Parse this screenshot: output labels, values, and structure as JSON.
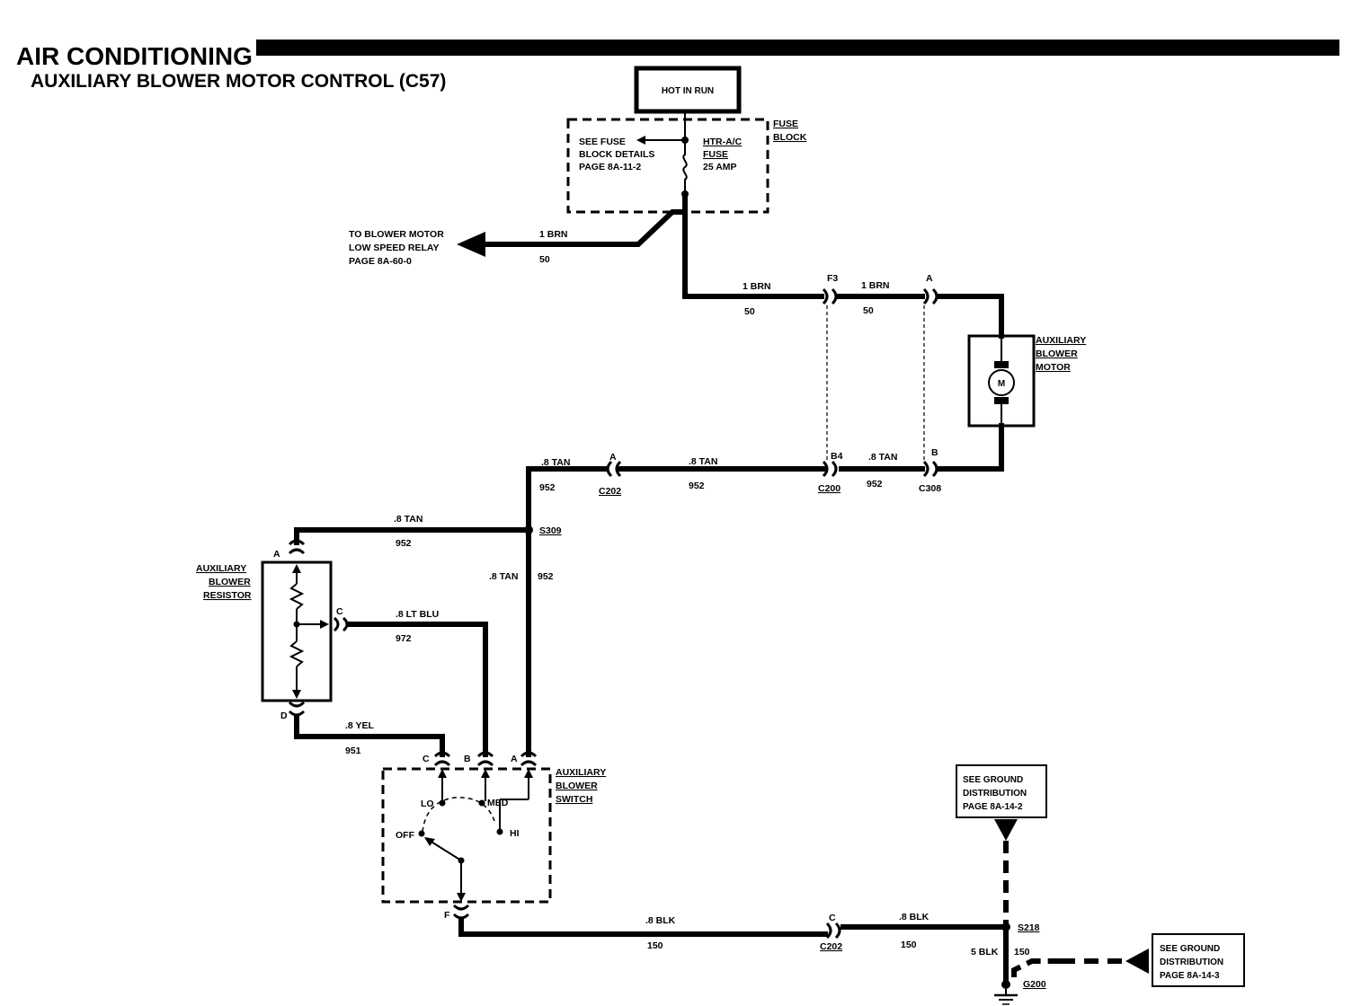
{
  "title": {
    "main": "AIR CONDITIONING",
    "sub": "AUXILIARY BLOWER MOTOR CONTROL (C57)"
  },
  "power": {
    "hot_in_run": "HOT IN RUN",
    "fuse_block_label": [
      "FUSE",
      "BLOCK"
    ],
    "fuse_details": [
      "SEE FUSE",
      "BLOCK DETAILS",
      "PAGE 8A-11-2"
    ],
    "fuse_name": [
      "HTR-A/C",
      "FUSE",
      "25 AMP"
    ],
    "relay_ref": [
      "TO BLOWER MOTOR",
      "LOW SPEED RELAY",
      "PAGE 8A-60-0"
    ]
  },
  "wires": {
    "brn_gauge": "1 BRN",
    "brn_circuit": "50",
    "tan_gauge": ".8 TAN",
    "tan_circuit": "952",
    "ltblu_gauge": ".8 LT BLU",
    "ltblu_circuit": "972",
    "yel_gauge": ".8 YEL",
    "yel_circuit": "951",
    "blk_gauge": ".8 BLK",
    "blk_circuit": "150",
    "ground_gauge": "5 BLK",
    "ground_circuit": "150"
  },
  "connectors": {
    "f3": "F3",
    "b4": "B4",
    "c200": "C200",
    "c202": "C202",
    "c308": "C308",
    "pin_a": "A",
    "pin_b": "B",
    "pin_c": "C",
    "pin_d": "D",
    "pin_f": "F"
  },
  "splices": {
    "s309": "S309",
    "s218": "S218",
    "g200": "G200"
  },
  "components": {
    "motor_label": [
      "AUXILIARY",
      "BLOWER",
      "MOTOR"
    ],
    "motor_symbol": "M",
    "resistor_label": [
      "AUXILIARY",
      "BLOWER",
      "RESISTOR"
    ],
    "switch_label": [
      "AUXILIARY",
      "BLOWER",
      "SWITCH"
    ],
    "switch_lo": "LO",
    "switch_med": "MED",
    "switch_hi": "HI",
    "switch_off": "OFF"
  },
  "ground": {
    "ref1": [
      "SEE GROUND",
      "DISTRIBUTION",
      "PAGE 8A-14-2"
    ],
    "ref2": [
      "SEE GROUND",
      "DISTRIBUTION",
      "PAGE 8A-14-3"
    ]
  }
}
